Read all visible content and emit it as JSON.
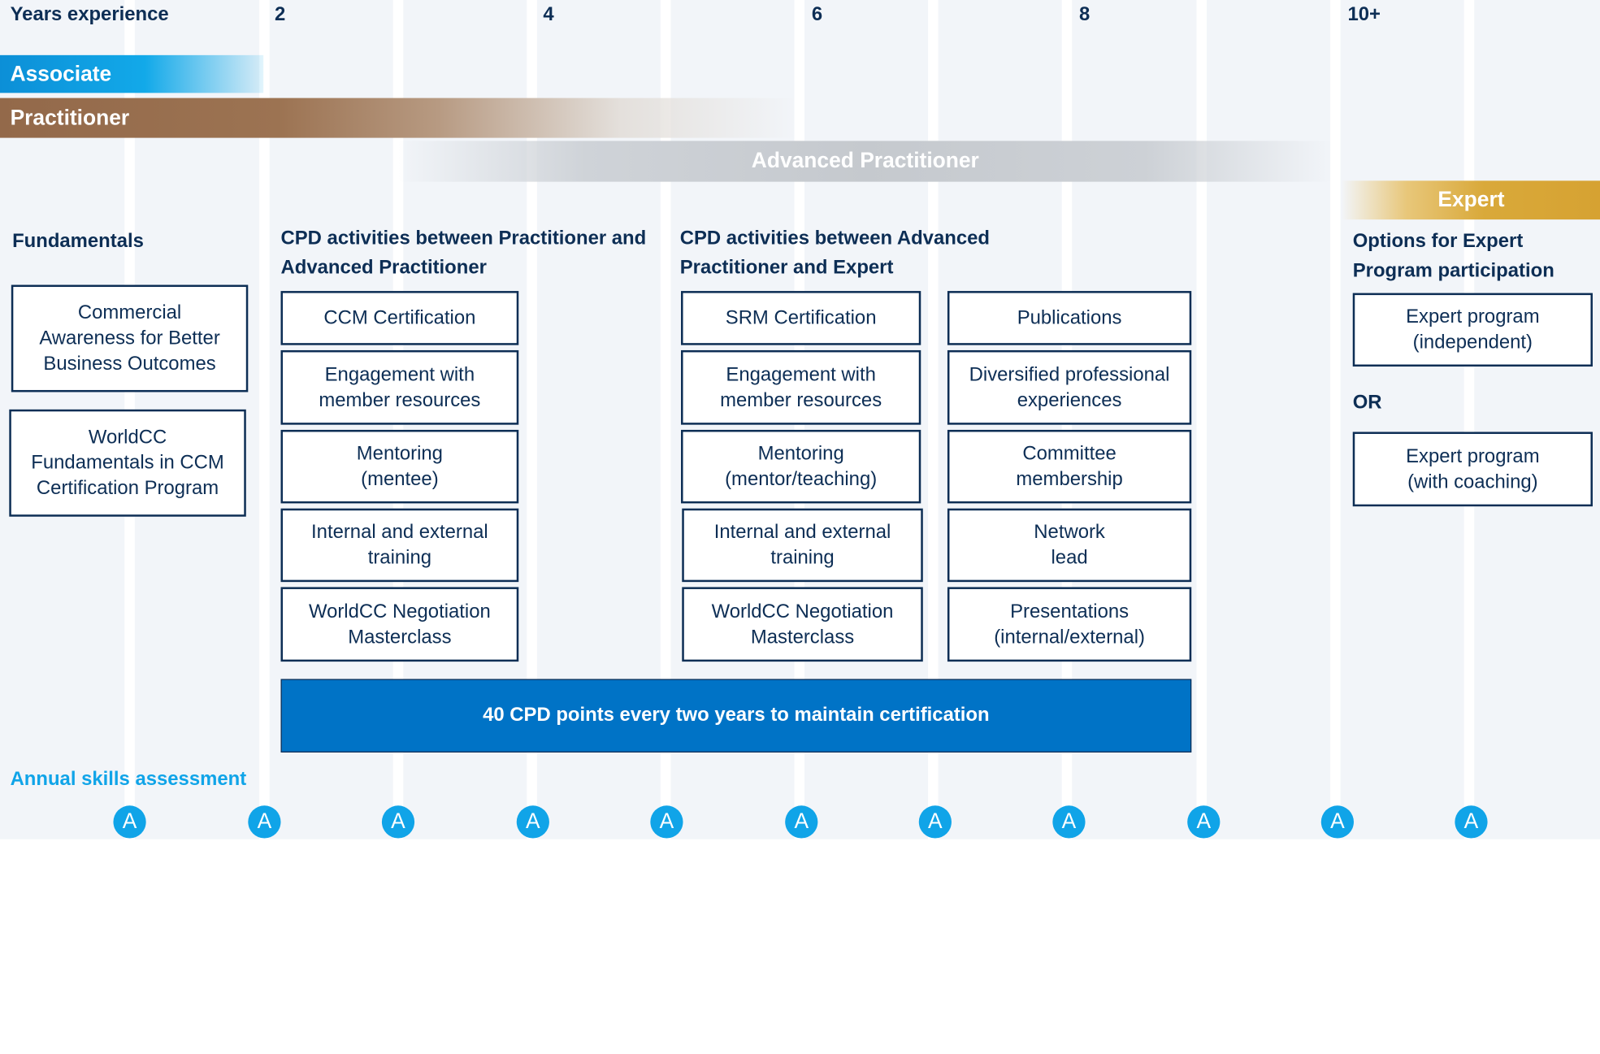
{
  "years": {
    "label": "Years experience",
    "ticks": [
      "2",
      "4",
      "6",
      "8",
      "10+"
    ]
  },
  "levels": {
    "associate": "Associate",
    "practitioner": "Practitioner",
    "advanced": "Advanced Practitioner",
    "expert": "Expert"
  },
  "columns": {
    "fundamentals": {
      "title": "Fundamentals",
      "items": [
        "Commercial\nAwareness for Better\nBusiness Outcomes",
        "WorldCC\nFundamentals in CCM\nCertification Program"
      ]
    },
    "cpd_practitioner": {
      "title": "CPD activities between Practitioner and Advanced Practitioner",
      "items": [
        "CCM Certification",
        "Engagement with\nmember resources",
        "Mentoring\n(mentee)",
        "Internal and external\ntraining",
        "WorldCC Negotiation\nMasterclass"
      ]
    },
    "cpd_advanced": {
      "title": "CPD activities between Advanced Practitioner and Expert",
      "items_left": [
        "SRM Certification",
        "Engagement with\nmember resources",
        "Mentoring\n(mentor/teaching)",
        "Internal and external\ntraining",
        "WorldCC Negotiation\nMasterclass"
      ],
      "items_right": [
        "Publications",
        "Diversified professional\nexperiences",
        "Committee\nmembership",
        "Network\nlead",
        "Presentations\n(internal/external)"
      ]
    },
    "expert_options": {
      "title": "Options for Expert Program participation",
      "option1": "Expert program\n(independent)",
      "or": "OR",
      "option2": "Expert program\n(with coaching)"
    }
  },
  "cpd_banner": "40 CPD points every two years to maintain certification",
  "assessment": {
    "label": "Annual skills assessment",
    "badge": "A",
    "count": 11
  },
  "colors": {
    "navy": "#0d2e55",
    "blue": "#0073c6",
    "cyan": "#10a4e8",
    "bronze": "#9c7352",
    "grey": "#c5c9ce",
    "gold": "#d9a93a"
  }
}
